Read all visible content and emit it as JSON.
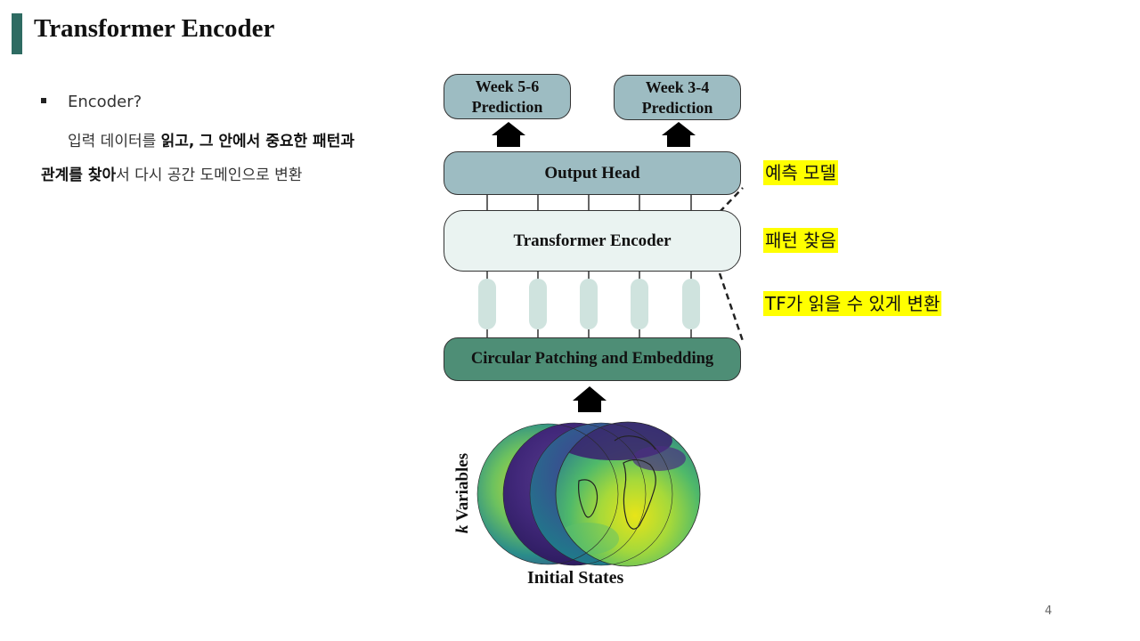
{
  "slide": {
    "title": "Transformer Encoder",
    "page_number": "4",
    "accent_color": "#2e6b62"
  },
  "text": {
    "bullet_heading": "Encoder?",
    "line1_plain_a": "입력 데이터를 ",
    "line1_bold_a": "읽고,",
    "line1_plain_b": " ",
    "line1_bold_b": "그 안에서 중요한 패턴과",
    "line2_bold_a": "관계를 찾아",
    "line2_plain_a": "서 다시 공간 도메인으로 변환"
  },
  "diagram": {
    "pred_left": "Week 5-6 Prediction",
    "pred_right": "Week 3-4 Prediction",
    "output_head": "Output Head",
    "transformer_encoder": "Transformer Encoder",
    "circular_patching": "Circular Patching and Embedding",
    "k_variables_k": "k",
    "k_variables_rest": " Variables",
    "initial_states": "Initial States",
    "colors": {
      "prediction_fill": "#9dbcc2",
      "encoder_fill": "#eaf3f1",
      "embedding_fill": "#4e8e76",
      "token_fill": "#cfe3de"
    }
  },
  "annotations": {
    "output_note": "예측 모델",
    "encoder_note": "패턴 찾음",
    "embedding_note": "TF가 읽을 수 있게 변환",
    "highlight_color": "#ffff00"
  }
}
